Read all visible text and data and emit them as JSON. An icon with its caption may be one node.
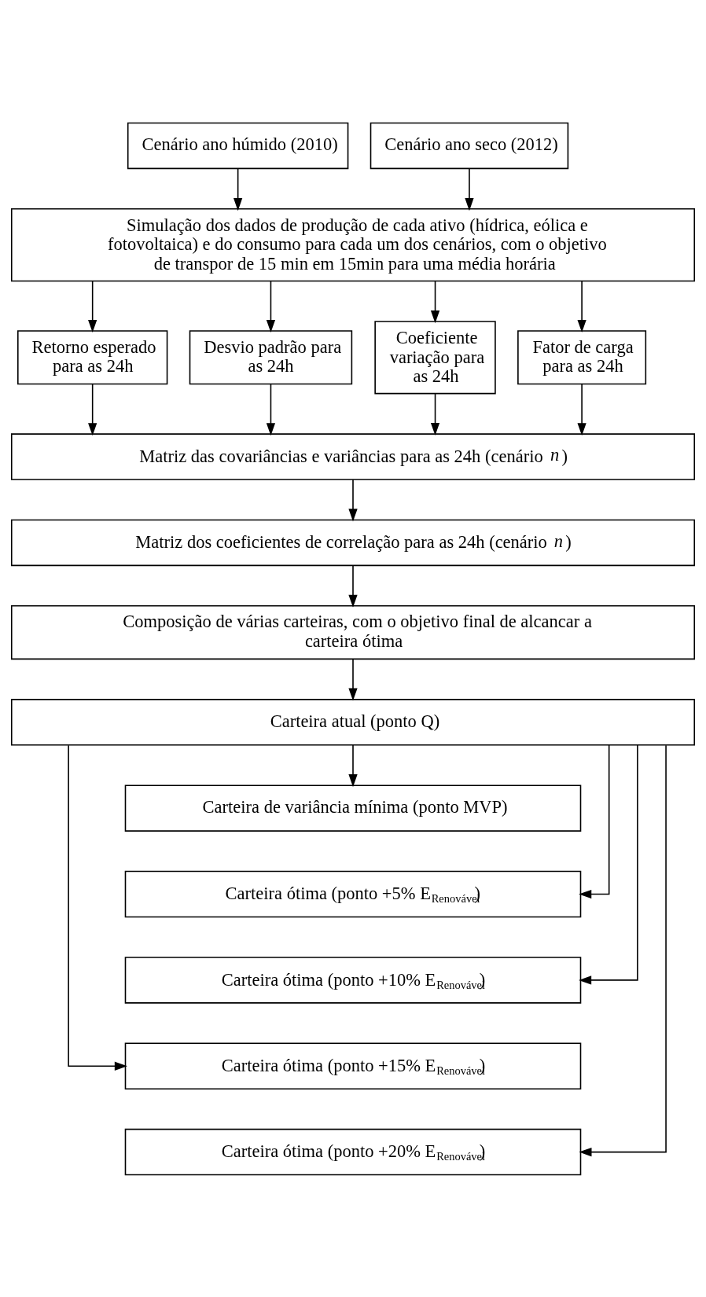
{
  "diagram": {
    "nodes": [
      {
        "text": [
          "Cenário ano húmido (2010)"
        ]
      },
      {
        "text": [
          "Cenário ano seco (2012)"
        ]
      },
      {
        "text": [
          "Simulação dos dados de produção de cada ativo (hídrica, eólica e fotovoltaica) e do consumo para cada um dos cenários, com o objetivo de transpor de 15 min em 15min para uma média horária"
        ]
      },
      {
        "text": [
          "Retorno esperado para as 24h"
        ]
      },
      {
        "text": [
          "Desvio padrão para as 24h"
        ]
      },
      {
        "text": [
          "Coeficiente variação para as 24h"
        ]
      },
      {
        "text": [
          "Fator de carga para as 24h"
        ]
      },
      {
        "text": [
          "Matriz das covariâncias e variâncias para as 24h (cenário *n*)"
        ]
      },
      {
        "text": [
          "Matriz dos coeficientes de correlação para as 24h (cenário *n*)"
        ]
      },
      {
        "text": [
          "Composição de várias carteiras, com o objetivo final de alcancar a carteira ótima"
        ]
      },
      {
        "text": [
          "Carteira atual (ponto Q)"
        ]
      },
      {
        "text": [
          "Carteira de variância mínima (ponto MVP)"
        ]
      },
      {
        "text": [
          "Carteira ótima (ponto +5% E$_{Renovável}$)"
        ]
      },
      {
        "text": [
          "Carteira ótima (ponto +10% E$_{Renovável}$)"
        ]
      },
      {
        "text": [
          "Carteira ótima (ponto +15% E$_{Renovável}$)"
        ]
      },
      {
        "text": [
          "Carteira ótima (ponto +20% E$_{Renovável}$)"
        ]
      }
    ],
    "edges": [
      {
        "from": 0,
        "to": 2,
        "arrow": "to"
      },
      {
        "from": 1,
        "to": 2,
        "arrow": "to"
      },
      {
        "from": 2,
        "to": 3,
        "arrow": "to"
      },
      {
        "from": 2,
        "to": 4,
        "arrow": "to"
      },
      {
        "from": 2,
        "to": 5,
        "arrow": "to"
      },
      {
        "from": 2,
        "to": 6,
        "arrow": "to"
      },
      {
        "from": 3,
        "to": 7,
        "arrow": "to"
      },
      {
        "from": 4,
        "to": 7,
        "arrow": "to"
      },
      {
        "from": 5,
        "to": 7,
        "arrow": "to"
      },
      {
        "from": 6,
        "to": 7,
        "arrow": "to"
      },
      {
        "from": 7,
        "to": 8,
        "arrow": "to"
      },
      {
        "from": 8,
        "to": 9,
        "arrow": "to"
      },
      {
        "from": 9,
        "to": 10,
        "arrow": "to"
      },
      {
        "from": 10,
        "to": 11,
        "arrow": "to"
      },
      {
        "from": 10,
        "to": 12,
        "arrow": "to"
      },
      {
        "from": 10,
        "to": 13,
        "arrow": "to"
      },
      {
        "from": 10,
        "to": 14,
        "arrow": "to"
      },
      {
        "from": 10,
        "to": 15,
        "arrow": "to"
      }
    ]
  }
}
